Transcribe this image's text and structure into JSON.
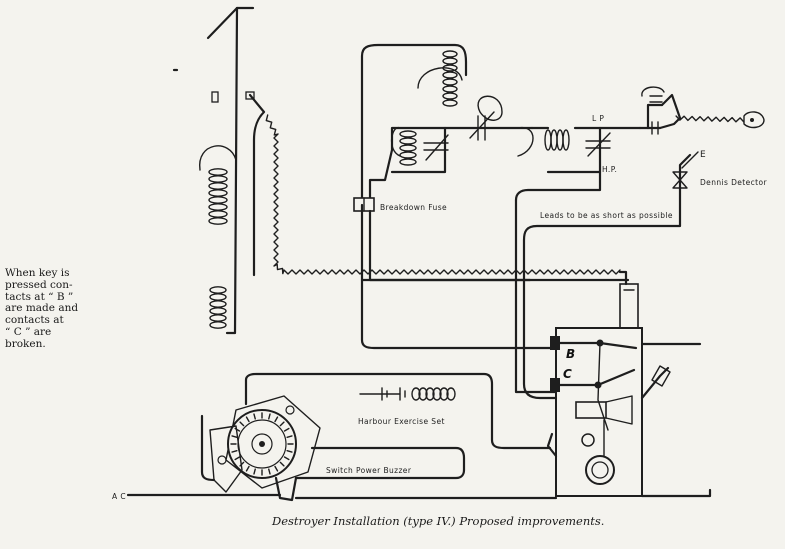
{
  "labels": {
    "breakdown_fuse": "Breakdown Fuse",
    "lp": "L P",
    "hp": "H.P.",
    "e": "E",
    "dennis_detector": "Dennis Detector",
    "leads_note": "Leads to be as short as possible",
    "b": "B",
    "c": "C",
    "harbour_exercise_set": "Harbour Exercise Set",
    "switch_power_buzzer": "Switch Power Buzzer",
    "ac": "A C"
  },
  "side_note": [
    "When key is",
    "pressed con-",
    "tacts at “ B ”",
    "are made and",
    "contacts at",
    "“ C ” are",
    "broken."
  ],
  "caption": "Destroyer Installation (type IV.)   Proposed improvements."
}
